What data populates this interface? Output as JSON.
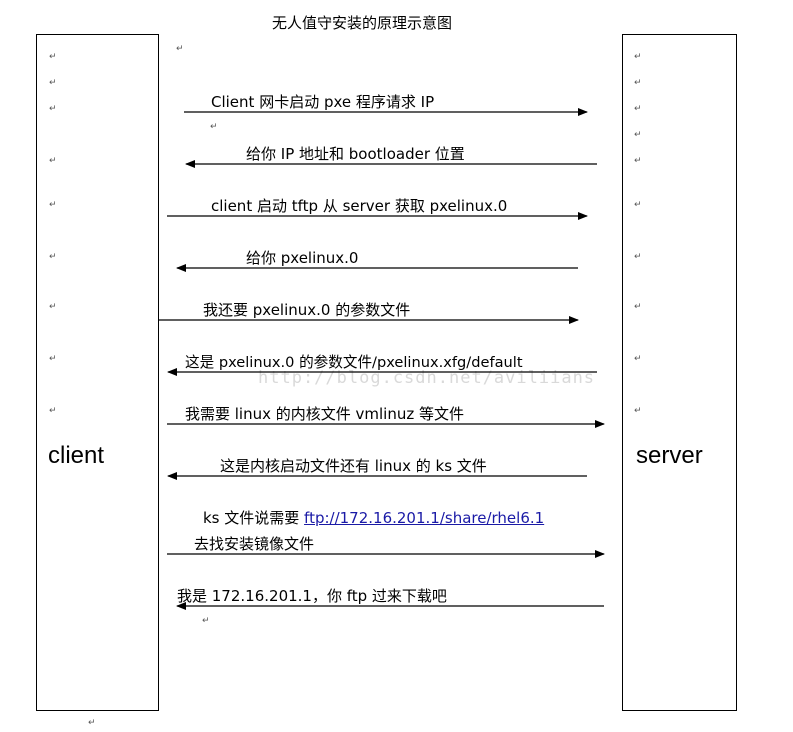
{
  "title": "无人值守安装的原理示意图",
  "participants": {
    "client": "client",
    "server": "server"
  },
  "watermark": "http://blog.csdn.net/aviliians",
  "paragraph_mark": "↵",
  "messages": [
    {
      "text": "Client 网卡启动 pxe 程序请求 IP",
      "direction": "client-to-server"
    },
    {
      "text": "给你 IP 地址和 bootloader 位置",
      "direction": "server-to-client"
    },
    {
      "text": "client 启动 tftp 从 server 获取 pxelinux.0",
      "direction": "client-to-server"
    },
    {
      "text": "给你 pxelinux.0",
      "direction": "server-to-client"
    },
    {
      "text": "我还要 pxelinux.0 的参数文件",
      "direction": "client-to-server"
    },
    {
      "text": "这是 pxelinux.0 的参数文件/pxelinux.xfg/default",
      "direction": "server-to-client"
    },
    {
      "text": "我需要 linux 的内核文件 vmlinuz 等文件",
      "direction": "client-to-server"
    },
    {
      "text": "这是内核启动文件还有 linux 的 ks 文件",
      "direction": "server-to-client"
    },
    {
      "text_prefix": "ks 文件说需要 ",
      "link": "ftp://172.16.201.1/share/rhel6.1",
      "text_line2": "去找安装镜像文件",
      "direction": "client-to-server"
    },
    {
      "text": "我是 172.16.201.1，你 ftp 过来下载吧",
      "direction": "server-to-client"
    }
  ]
}
